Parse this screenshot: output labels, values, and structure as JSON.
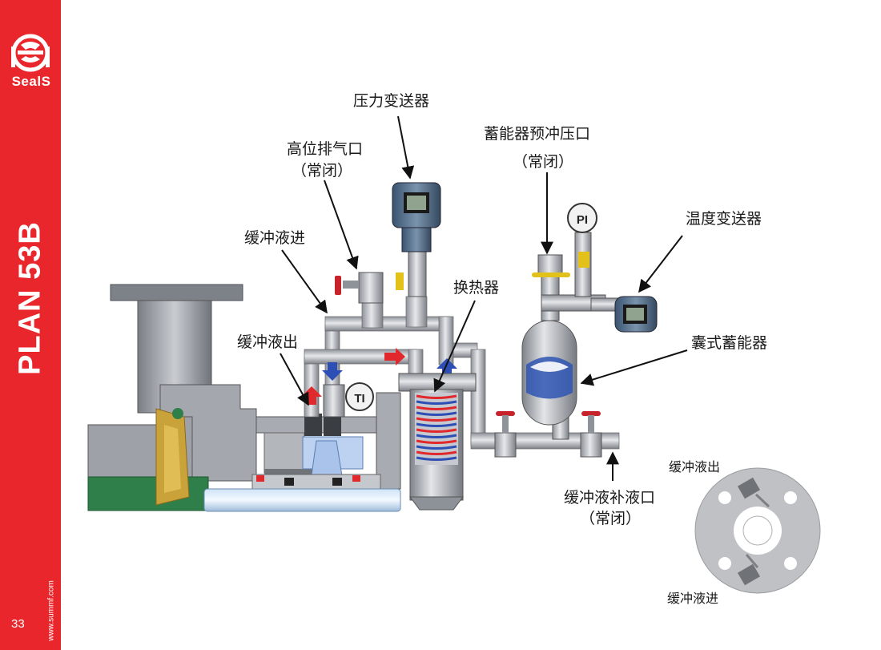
{
  "brand": {
    "name": "SealS",
    "website": "www.summf.com"
  },
  "page": {
    "title": "PLAN 53B",
    "number": "33"
  },
  "labels": {
    "pressure_transmitter": "压力变送器",
    "high_vent": "高位排气口",
    "high_vent_state": "（常闭）",
    "accumulator_precharge": "蓄能器预冲压口",
    "accumulator_precharge_state": "（常闭）",
    "temperature_transmitter": "温度变送器",
    "buffer_in": "缓冲液进",
    "buffer_out": "缓冲液出",
    "heat_exchanger": "换热器",
    "bladder_accumulator": "囊式蓄能器",
    "buffer_makeup": "缓冲液补液口",
    "buffer_makeup_state": "（常闭）",
    "flange_buffer_out": "缓冲液出",
    "flange_buffer_in": "缓冲液进"
  },
  "gauges": {
    "temperature_indicator": "TI",
    "pressure_indicator": "PI"
  },
  "colors": {
    "brand_red": "#e8262b",
    "pipe_gray": "#b9bcc2",
    "flow_red": "#e0282d",
    "flow_blue": "#2d4fb5"
  },
  "icons": {
    "logo": "seals-logo-icon"
  }
}
